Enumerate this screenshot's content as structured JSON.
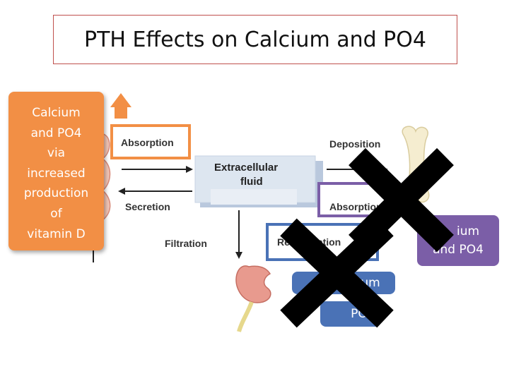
{
  "title": "PTH Effects on Calcium and PO4",
  "diagram": {
    "absorption_left": "Absorption",
    "secretion": "Secretion",
    "filtration": "Filtration",
    "extracellular": "Extracellular",
    "fluid": "fluid",
    "deposition": "Deposition",
    "absorption_right": "Absorption",
    "reabsorption": "Reabsorption"
  },
  "callouts": {
    "orange": [
      "Calcium",
      "and PO4",
      "via",
      "increased",
      "production",
      "of",
      "vitamin D"
    ],
    "purple": [
      "ium",
      "and PO4"
    ],
    "blue1": "um",
    "blue2": "PO"
  },
  "colors": {
    "orange": "#f28f45",
    "purple": "#7b5ea7",
    "blue": "#4a72b6",
    "title_border": "#c0504d"
  }
}
